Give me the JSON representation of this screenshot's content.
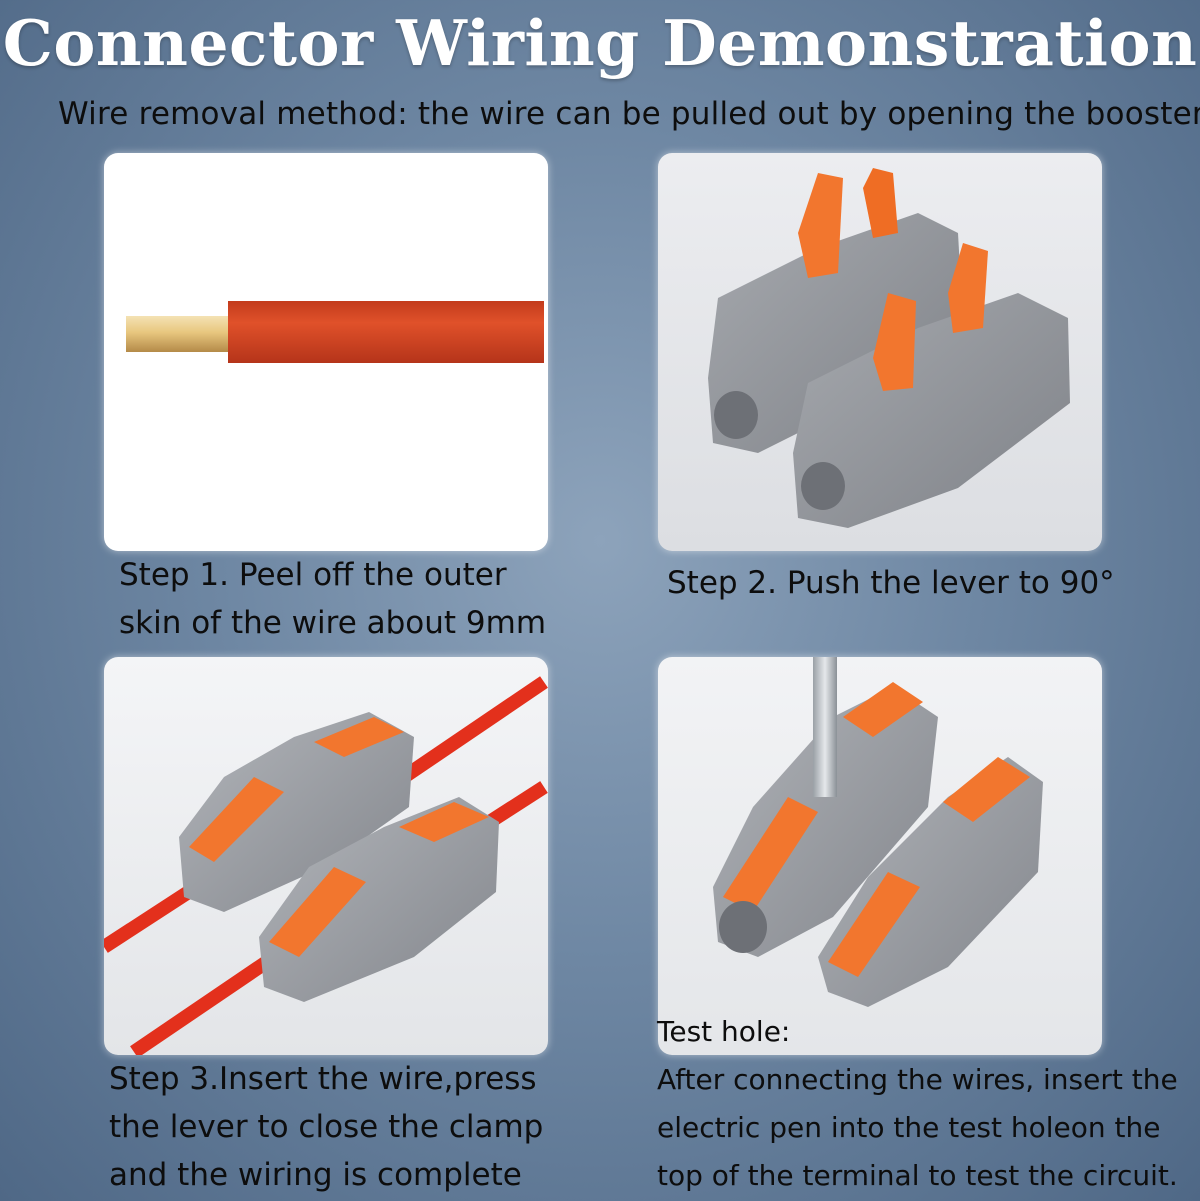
{
  "header": {
    "title": "Connector Wiring Demonstration",
    "subtitle": "Wire removal method: the wire can be pulled out by opening the booster"
  },
  "steps": [
    {
      "lines": [
        "Step 1. Peel off the outer",
        "skin of the wire about 9mm"
      ]
    },
    {
      "lines": [
        "Step 2. Push the lever to 90°"
      ]
    },
    {
      "lines": [
        "Step 3.Insert the wire,press",
        "the lever to close the clamp",
        "and the wiring is complete"
      ]
    },
    {
      "lines": [
        "Test hole:",
        "After connecting the wires, insert the",
        "electric pen into the test holeon the",
        "top of the terminal to test the circuit."
      ]
    }
  ],
  "colors": {
    "wire_insulation": "#d8431f",
    "copper_core": "#e8c77f",
    "lever_orange": "#f2762e",
    "connector_gray": "#8c8f95"
  }
}
